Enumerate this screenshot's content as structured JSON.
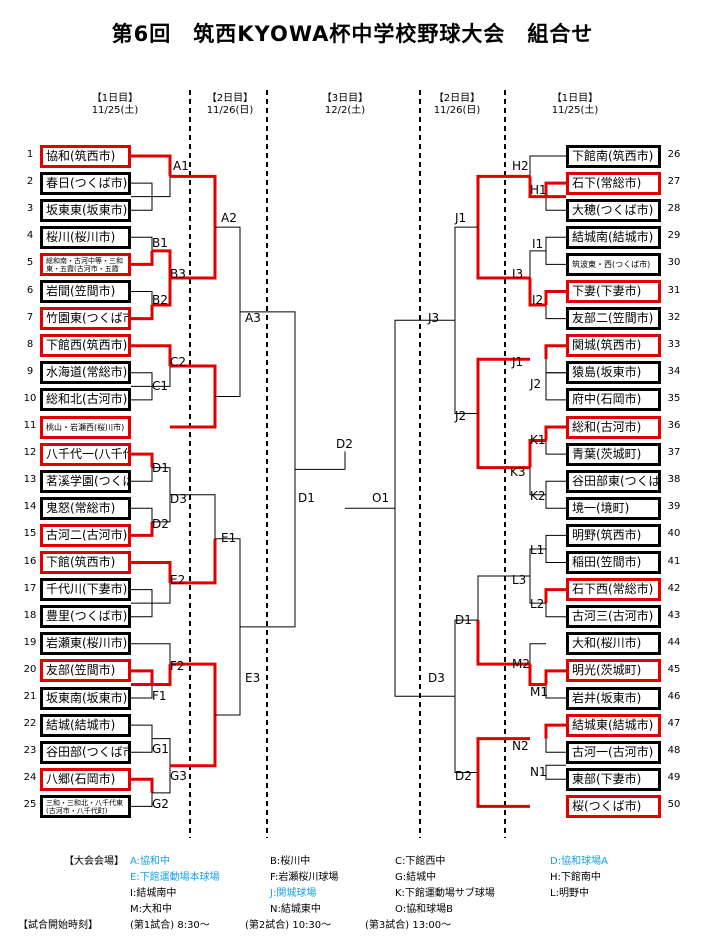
{
  "title": "第6回　筑西KYOWA杯中学校野球大会　組合せ",
  "day_headers": [
    {
      "day": "【1日目】",
      "date": "11/25(土)"
    },
    {
      "day": "【2日目】",
      "date": "11/26(日)"
    },
    {
      "day": "【3日目】",
      "date": "12/2(土)"
    },
    {
      "day": "【2日目】",
      "date": "11/26(日)"
    },
    {
      "day": "【1日目】",
      "date": "11/25(土)"
    }
  ],
  "left_teams": [
    {
      "num": "1",
      "name": "協和(筑西市)",
      "red": true
    },
    {
      "num": "2",
      "name": "春日(つくば市)",
      "red": false
    },
    {
      "num": "3",
      "name": "坂東東(坂東市)",
      "red": false
    },
    {
      "num": "4",
      "name": "桜川(桜川市)",
      "red": false
    },
    {
      "num": "5",
      "name": "総和南・古河中等・三和東・五霞(古河市・五霞町)",
      "red": true
    },
    {
      "num": "6",
      "name": "岩間(笠間市)",
      "red": false
    },
    {
      "num": "7",
      "name": "竹園東(つくば市)",
      "red": true
    },
    {
      "num": "8",
      "name": "下館西(筑西市)",
      "red": true
    },
    {
      "num": "9",
      "name": "水海道(常総市)",
      "red": false
    },
    {
      "num": "10",
      "name": "総和北(古河市)",
      "red": false
    },
    {
      "num": "11",
      "name": "桃山・岩瀬西(桜川市)",
      "red": true
    },
    {
      "num": "12",
      "name": "八千代一(八千代町)",
      "red": true
    },
    {
      "num": "13",
      "name": "茗溪学園(つくば市)",
      "red": false
    },
    {
      "num": "14",
      "name": "鬼怒(常総市)",
      "red": false
    },
    {
      "num": "15",
      "name": "古河二(古河市)",
      "red": true
    },
    {
      "num": "16",
      "name": "下館(筑西市)",
      "red": true
    },
    {
      "num": "17",
      "name": "千代川(下妻市)",
      "red": false
    },
    {
      "num": "18",
      "name": "豊里(つくば市)",
      "red": false
    },
    {
      "num": "19",
      "name": "岩瀬東(桜川市)",
      "red": false
    },
    {
      "num": "20",
      "name": "友部(笠間市)",
      "red": true
    },
    {
      "num": "21",
      "name": "坂東南(坂東市)",
      "red": false
    },
    {
      "num": "22",
      "name": "結城(結城市)",
      "red": false
    },
    {
      "num": "23",
      "name": "谷田部(つくば市)",
      "red": false
    },
    {
      "num": "24",
      "name": "八郷(石岡市)",
      "red": true
    },
    {
      "num": "25",
      "name": "三和・三和北・八千代東(古河市・八千代町)",
      "red": false
    }
  ],
  "right_teams": [
    {
      "num": "26",
      "name": "下館南(筑西市)",
      "red": false
    },
    {
      "num": "27",
      "name": "石下(常総市)",
      "red": true
    },
    {
      "num": "28",
      "name": "大穂(つくば市)",
      "red": false
    },
    {
      "num": "29",
      "name": "結城南(結城市)",
      "red": false
    },
    {
      "num": "30",
      "name": "筑波東・西(つくば市)",
      "red": false
    },
    {
      "num": "31",
      "name": "下妻(下妻市)",
      "red": true
    },
    {
      "num": "32",
      "name": "友部二(笠間市)",
      "red": false
    },
    {
      "num": "33",
      "name": "関城(筑西市)",
      "red": true
    },
    {
      "num": "34",
      "name": "猿島(坂東市)",
      "red": false
    },
    {
      "num": "35",
      "name": "府中(石岡市)",
      "red": false
    },
    {
      "num": "36",
      "name": "総和(古河市)",
      "red": true
    },
    {
      "num": "37",
      "name": "青葉(茨城町)",
      "red": false
    },
    {
      "num": "38",
      "name": "谷田部東(つくば市)",
      "red": false
    },
    {
      "num": "39",
      "name": "境一(境町)",
      "red": false
    },
    {
      "num": "40",
      "name": "明野(筑西市)",
      "red": false
    },
    {
      "num": "41",
      "name": "稲田(笠間市)",
      "red": false
    },
    {
      "num": "42",
      "name": "石下西(常総市)",
      "red": true
    },
    {
      "num": "43",
      "name": "古河三(古河市)",
      "red": false
    },
    {
      "num": "44",
      "name": "大和(桜川市)",
      "red": false
    },
    {
      "num": "45",
      "name": "明光(茨城町)",
      "red": true
    },
    {
      "num": "46",
      "name": "岩井(坂東市)",
      "red": false
    },
    {
      "num": "47",
      "name": "結城東(結城市)",
      "red": true
    },
    {
      "num": "48",
      "name": "古河一(古河市)",
      "red": false
    },
    {
      "num": "49",
      "name": "東部(下妻市)",
      "red": false
    },
    {
      "num": "50",
      "name": "桜(つくば市)",
      "red": true
    }
  ],
  "match_labels": [
    "A1",
    "A2",
    "A3",
    "B1",
    "B2",
    "B3",
    "C1",
    "C2",
    "D1",
    "D2",
    "D3",
    "E1",
    "E2",
    "E3",
    "F1",
    "F2",
    "G1",
    "G2",
    "G3",
    "D2",
    "D1",
    "O1",
    "J3",
    "J1",
    "J2",
    "H1",
    "H2",
    "I1",
    "I2",
    "I3",
    "J1",
    "J2",
    "K1",
    "K2",
    "K3",
    "L1",
    "L2",
    "L3",
    "D1",
    "M1",
    "M2",
    "N1",
    "N2",
    "D2",
    "D3"
  ],
  "footer": {
    "venue_heading": "【大会会場】",
    "venues": [
      {
        "text": "A:協和中",
        "blue": true
      },
      {
        "text": "B:桜川中",
        "blue": false
      },
      {
        "text": "C:下館西中",
        "blue": false
      },
      {
        "text": "D:協和球場A",
        "blue": true
      },
      {
        "text": "E:下館運動場本球場",
        "blue": true
      },
      {
        "text": "F:岩瀬桜川球場",
        "blue": false
      },
      {
        "text": "G:結城中",
        "blue": false
      },
      {
        "text": "H:下館南中",
        "blue": false
      },
      {
        "text": "I:結城南中",
        "blue": false
      },
      {
        "text": "J:関城球場",
        "blue": true
      },
      {
        "text": "K:下館運動場サブ球場",
        "blue": false
      },
      {
        "text": "L:明野中",
        "blue": false
      },
      {
        "text": "M:大和中",
        "blue": false
      },
      {
        "text": "N:結城東中",
        "blue": false
      },
      {
        "text": "O:協和球場B",
        "blue": false
      }
    ],
    "start_heading": "【試合開始時刻】",
    "start_times": [
      "(第1試合) 8:30～",
      "(第2試合) 10:30～",
      "(第3試合) 13:00～"
    ]
  },
  "colors": {
    "winner": "#e00000",
    "venue_blue": "#1aa0e8",
    "line": "#000000"
  }
}
